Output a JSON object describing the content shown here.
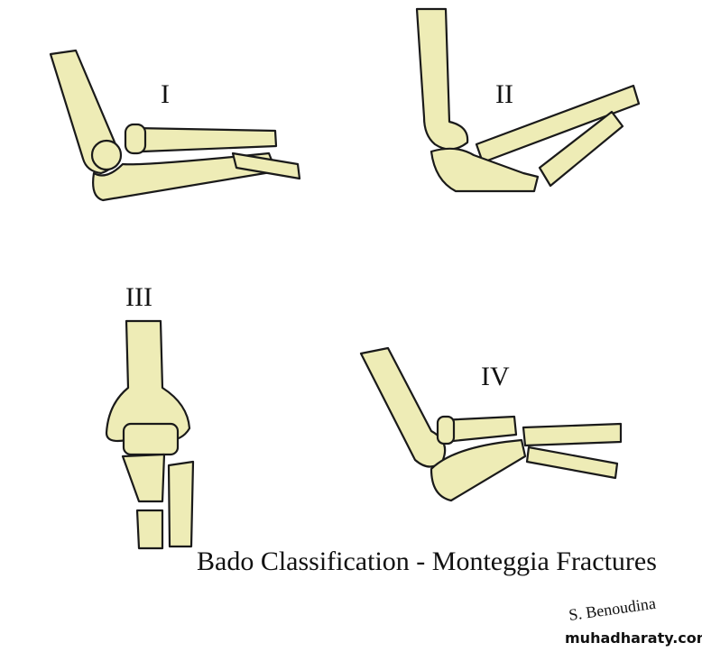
{
  "labels": {
    "type1": "I",
    "type2": "II",
    "type3": "III",
    "type4": "IV"
  },
  "caption": "Bado Classification - Monteggia Fractures",
  "signature": "S. Benoudina",
  "watermark": "muhadharaty.com",
  "colors": {
    "bone": "#eeecb6",
    "outline": "#1a1a1a"
  }
}
